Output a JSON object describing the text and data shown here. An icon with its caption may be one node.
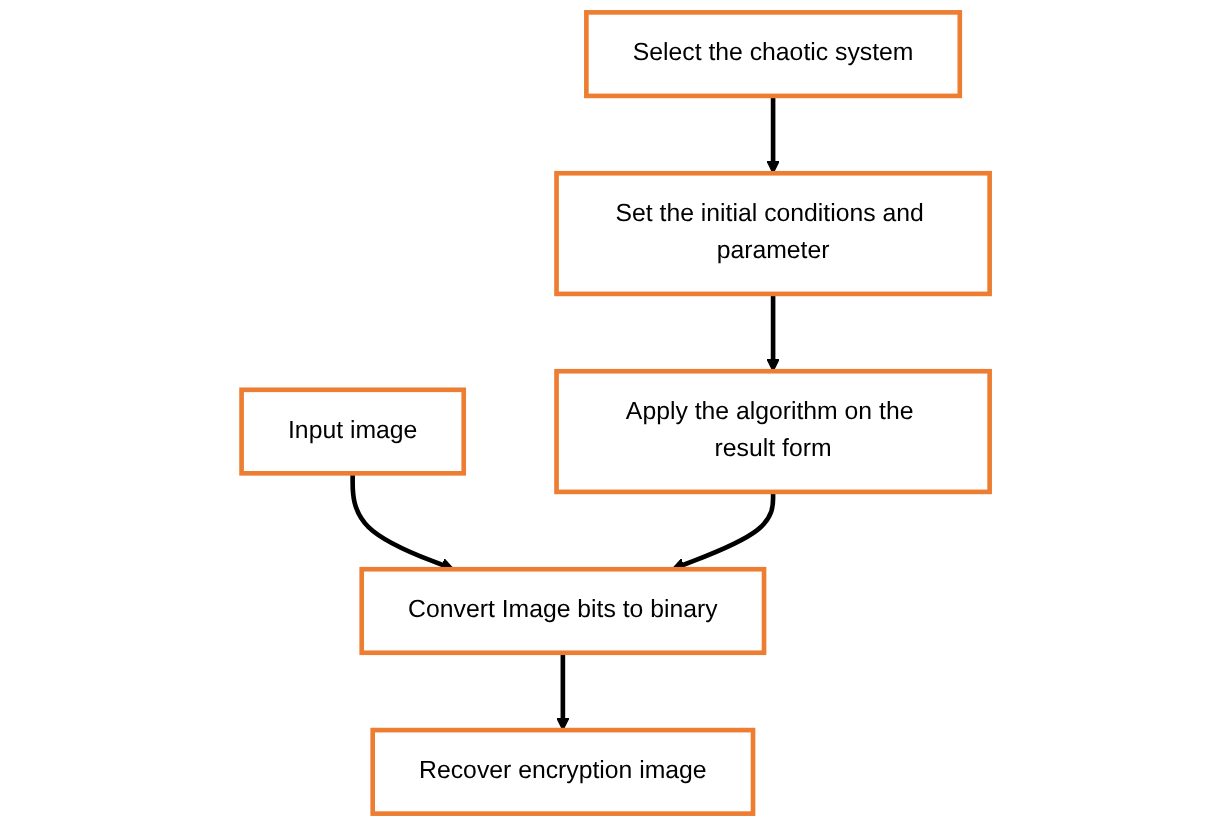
{
  "diagram": {
    "nodes": [
      {
        "text": [
          "Select the chaotic system"
        ]
      },
      {
        "text": [
          "Set the initial conditions and parameter"
        ]
      },
      {
        "text": [
          "Input image"
        ]
      },
      {
        "text": [
          "Convert Image bits to binary"
        ]
      },
      {
        "text": [
          "Apply the algorithm on the result form"
        ]
      },
      {
        "text": [
          "Recover encryption image"
        ]
      }
    ],
    "edges": [
      {
        "from": 0,
        "to": 1,
        "arrow": "to"
      },
      {
        "from": 1,
        "to": 4,
        "arrow": "to"
      },
      {
        "from": 2,
        "to": 3,
        "arrow": "to"
      },
      {
        "from": 4,
        "to": 3,
        "arrow": "to"
      },
      {
        "from": 3,
        "to": 5,
        "arrow": "to"
      }
    ]
  }
}
